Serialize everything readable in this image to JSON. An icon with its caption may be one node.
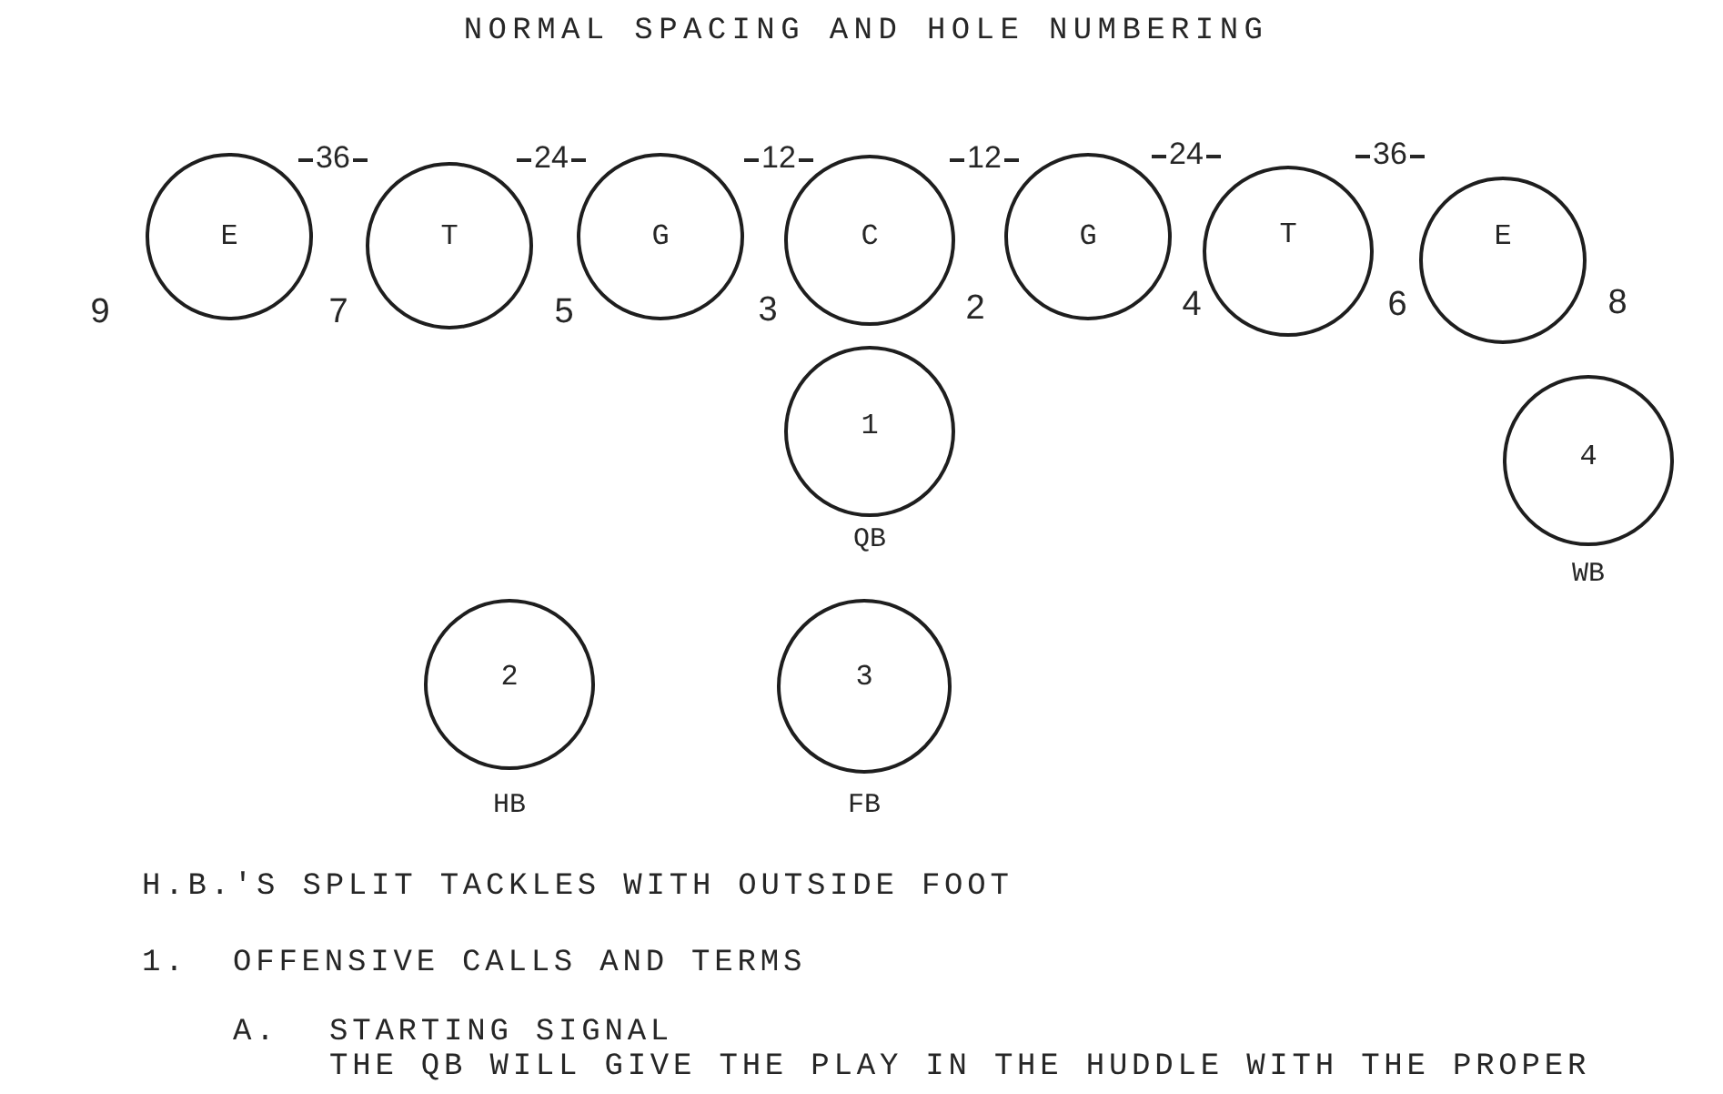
{
  "diagram": {
    "title": "NORMAL SPACING AND HOLE NUMBERING",
    "nodes": [
      {
        "text": [
          "E"
        ]
      },
      {
        "text": [
          "T"
        ]
      },
      {
        "text": [
          "G"
        ]
      },
      {
        "text": [
          "C"
        ]
      },
      {
        "text": [
          "G"
        ]
      },
      {
        "text": [
          "T"
        ]
      },
      {
        "text": [
          "E"
        ]
      },
      {
        "text": [
          "1"
        ],
        "beside": [
          "QB"
        ]
      },
      {
        "text": [
          "4"
        ],
        "beside": [
          "WB"
        ]
      },
      {
        "text": [
          "2"
        ],
        "beside": [
          "HB"
        ]
      },
      {
        "text": [
          "3"
        ],
        "beside": [
          "FB"
        ]
      }
    ],
    "labels": [
      "36",
      "24",
      "12",
      "12",
      "24",
      "36",
      "9",
      "7",
      "5",
      "3",
      "2",
      "4",
      "6",
      "8",
      "H.B.'S SPLIT TACKLES WITH OUTSIDE FOOT",
      "1.",
      "OFFENSIVE CALLS AND TERMS",
      "A.",
      "STARTING SIGNAL",
      "THE QB WILL GIVE THE PLAY IN THE HUDDLE WITH THE PROPER"
    ]
  }
}
